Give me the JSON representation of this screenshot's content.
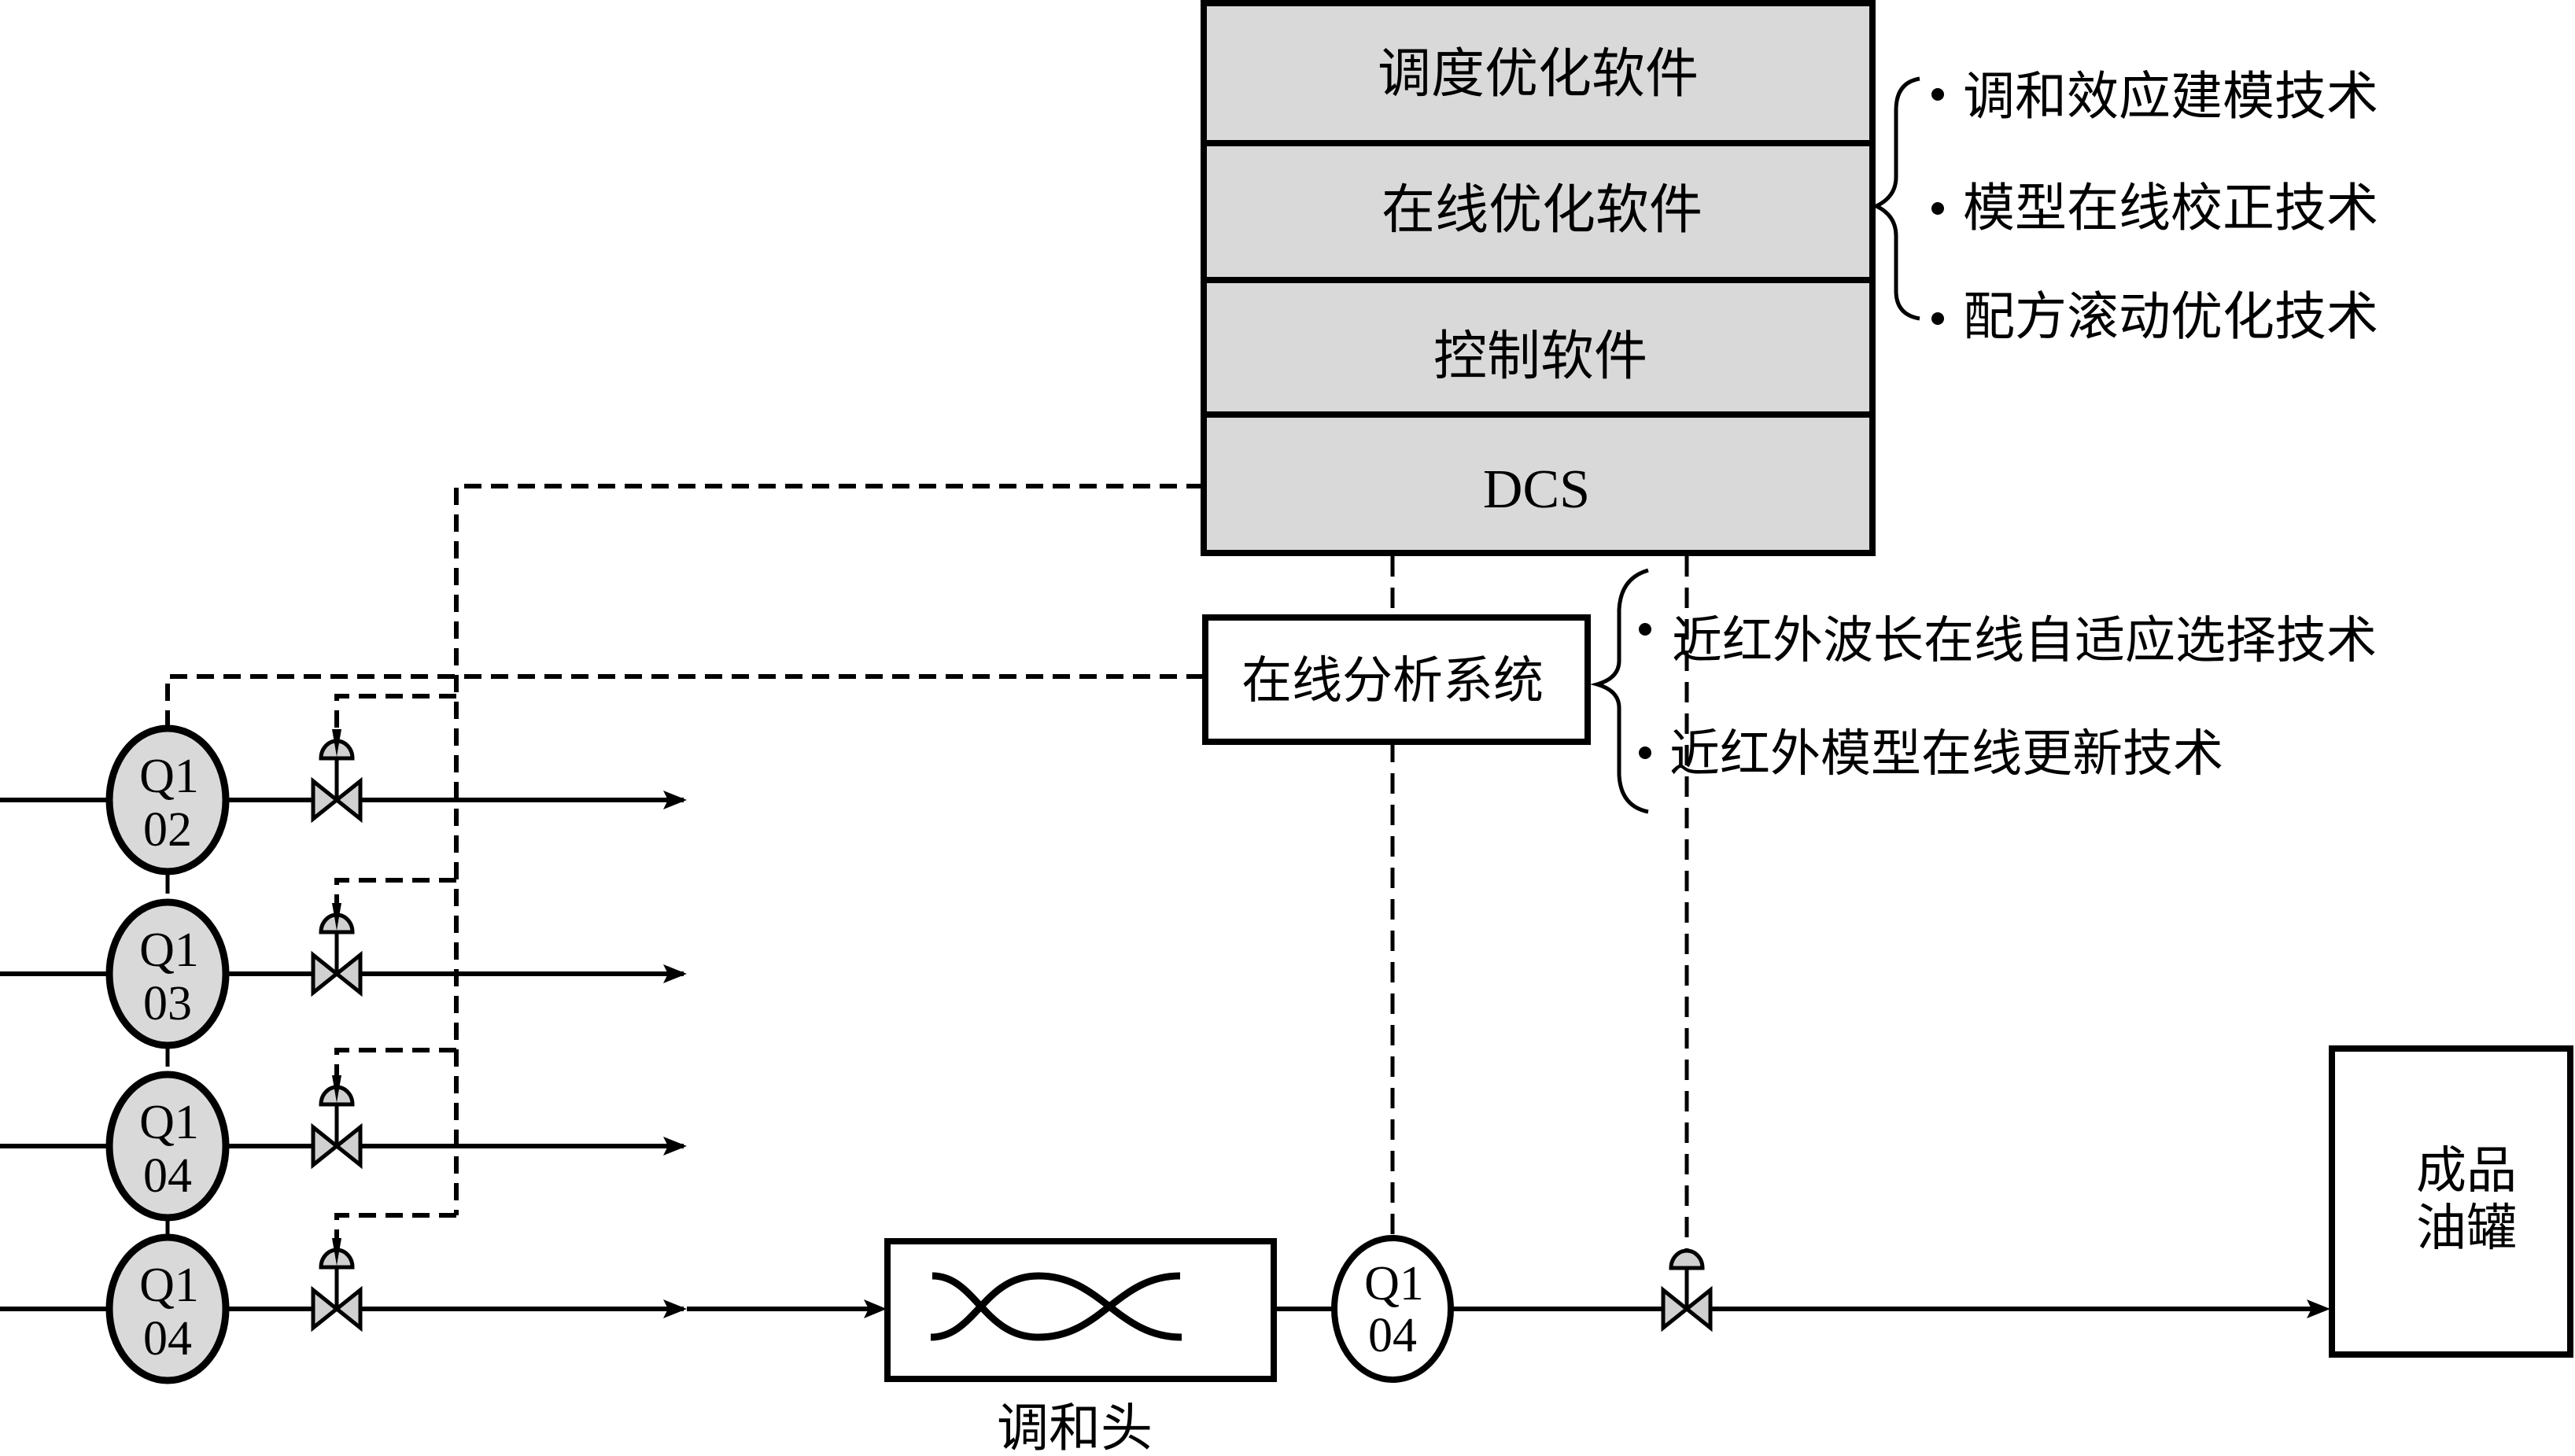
{
  "colors": {
    "stack_fill": "#d9d9d9",
    "meter_fill": "#d9d9d9",
    "valve_fill": "#d0d0d0",
    "line": "#000000",
    "background": "#ffffff"
  },
  "stack": {
    "layers": [
      {
        "label": "调度优化软件"
      },
      {
        "label": "在线优化软件"
      },
      {
        "label": "控制软件"
      },
      {
        "label": "DCS"
      }
    ]
  },
  "optimization_techniques": [
    "调和效应建模技术",
    "模型在线校正技术",
    "配方滚动优化技术"
  ],
  "analysis_system": {
    "label": "在线分析系统",
    "techniques": [
      "近红外波长在线自适应选择技术",
      "近红外模型在线更新技术"
    ]
  },
  "component_lines": [
    {
      "meter_line1": "Q1",
      "meter_line2": "02"
    },
    {
      "meter_line1": "Q1",
      "meter_line2": "03"
    },
    {
      "meter_line1": "Q1",
      "meter_line2": "04"
    },
    {
      "meter_line1": "Q1",
      "meter_line2": "04"
    }
  ],
  "blend_head": {
    "label": "调和头"
  },
  "product_meter": {
    "line1": "Q1",
    "line2": "04"
  },
  "product_tank": {
    "line1": "成品",
    "line2": "油罐"
  },
  "bullet": "•"
}
